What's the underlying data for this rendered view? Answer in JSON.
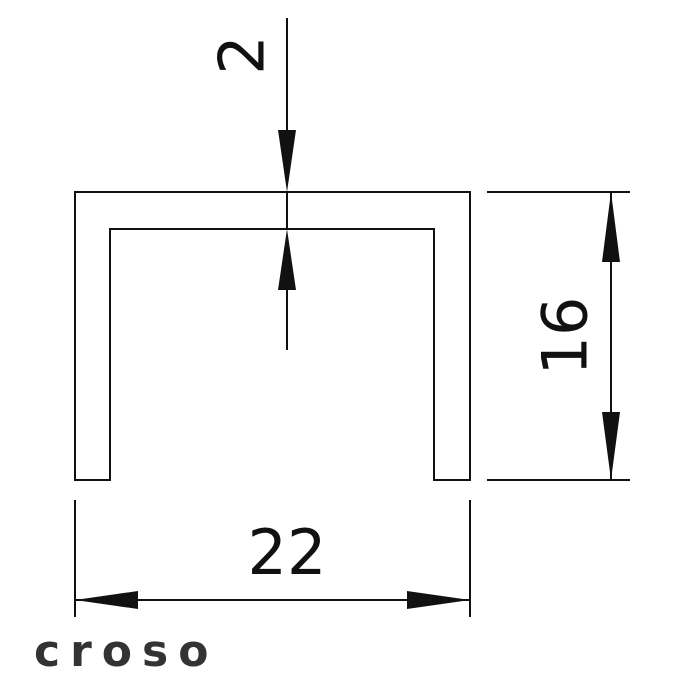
{
  "dimensions": {
    "thickness": "2",
    "height": "16",
    "width": "22"
  },
  "logo": {
    "text": "croso"
  },
  "colors": {
    "line": "#111111",
    "logo": "#333333",
    "background": "#ffffff"
  }
}
